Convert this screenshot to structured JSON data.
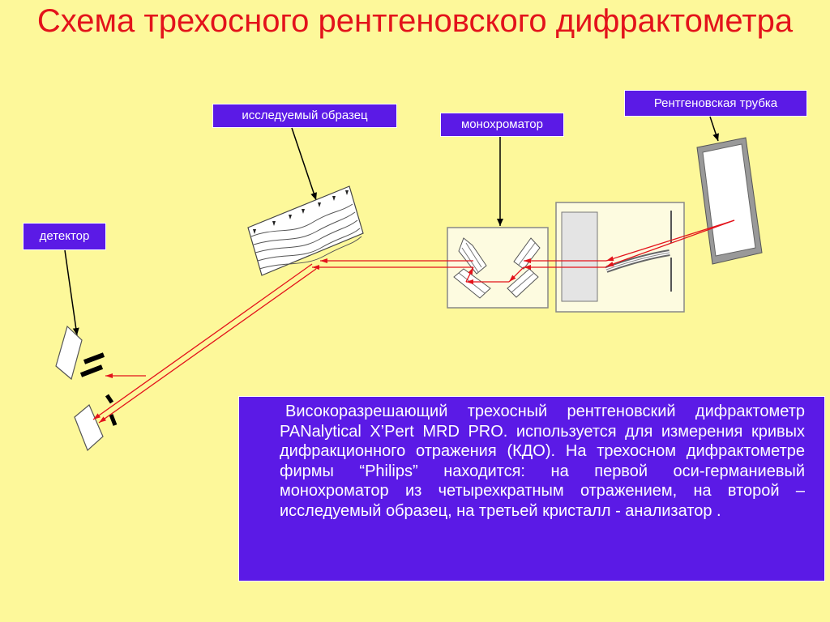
{
  "title": "Схема трехосного рентгеновского дифрактометра",
  "labels": {
    "sample": "исследуемый образец",
    "monochromator": "монохроматор",
    "tube": "Рентгеновская трубка",
    "detector": "детектор"
  },
  "description": "Високоразрешающий трехосный рентгеновский дифрактометр PANalytical X’Pert MRD PRO. используется для измерения кривых дифракционного отражения (КДО). На трехосном дифрактометре фирмы “Philips” находится: на первой оси-германиевый монохроматор из четырехкратным отражением, на второй – исследуемый образец, на третьей кристалл - анализатор .",
  "colors": {
    "background": "#fdf89a",
    "title": "#e3131b",
    "label_bg": "#5b1ae6",
    "beam": "#e3131b"
  }
}
